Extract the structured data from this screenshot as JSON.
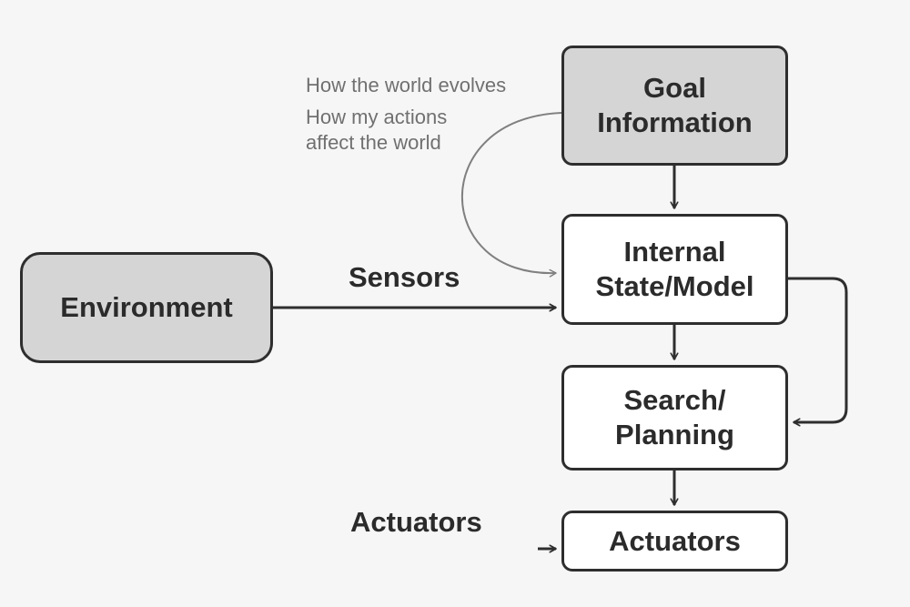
{
  "nodes": {
    "environment": "Environment",
    "goal": [
      "Goal",
      "Information"
    ],
    "internal": [
      "Internal",
      "State/Model"
    ],
    "search": [
      "Search/",
      "Planning"
    ],
    "actuators": "Actuators"
  },
  "labels": {
    "sensors": "Sensors",
    "actuators": "Actuators"
  },
  "notes": {
    "world_evolves": "How the world evolves",
    "actions_affect": [
      "How my actions",
      "affect the world"
    ]
  },
  "colors": {
    "node_fill": "#ffffff",
    "node_fill_grey": "#d5d5d5",
    "stroke": "#2e2e2e",
    "note_text": "#707070",
    "feedback_arrow": "#808080"
  }
}
